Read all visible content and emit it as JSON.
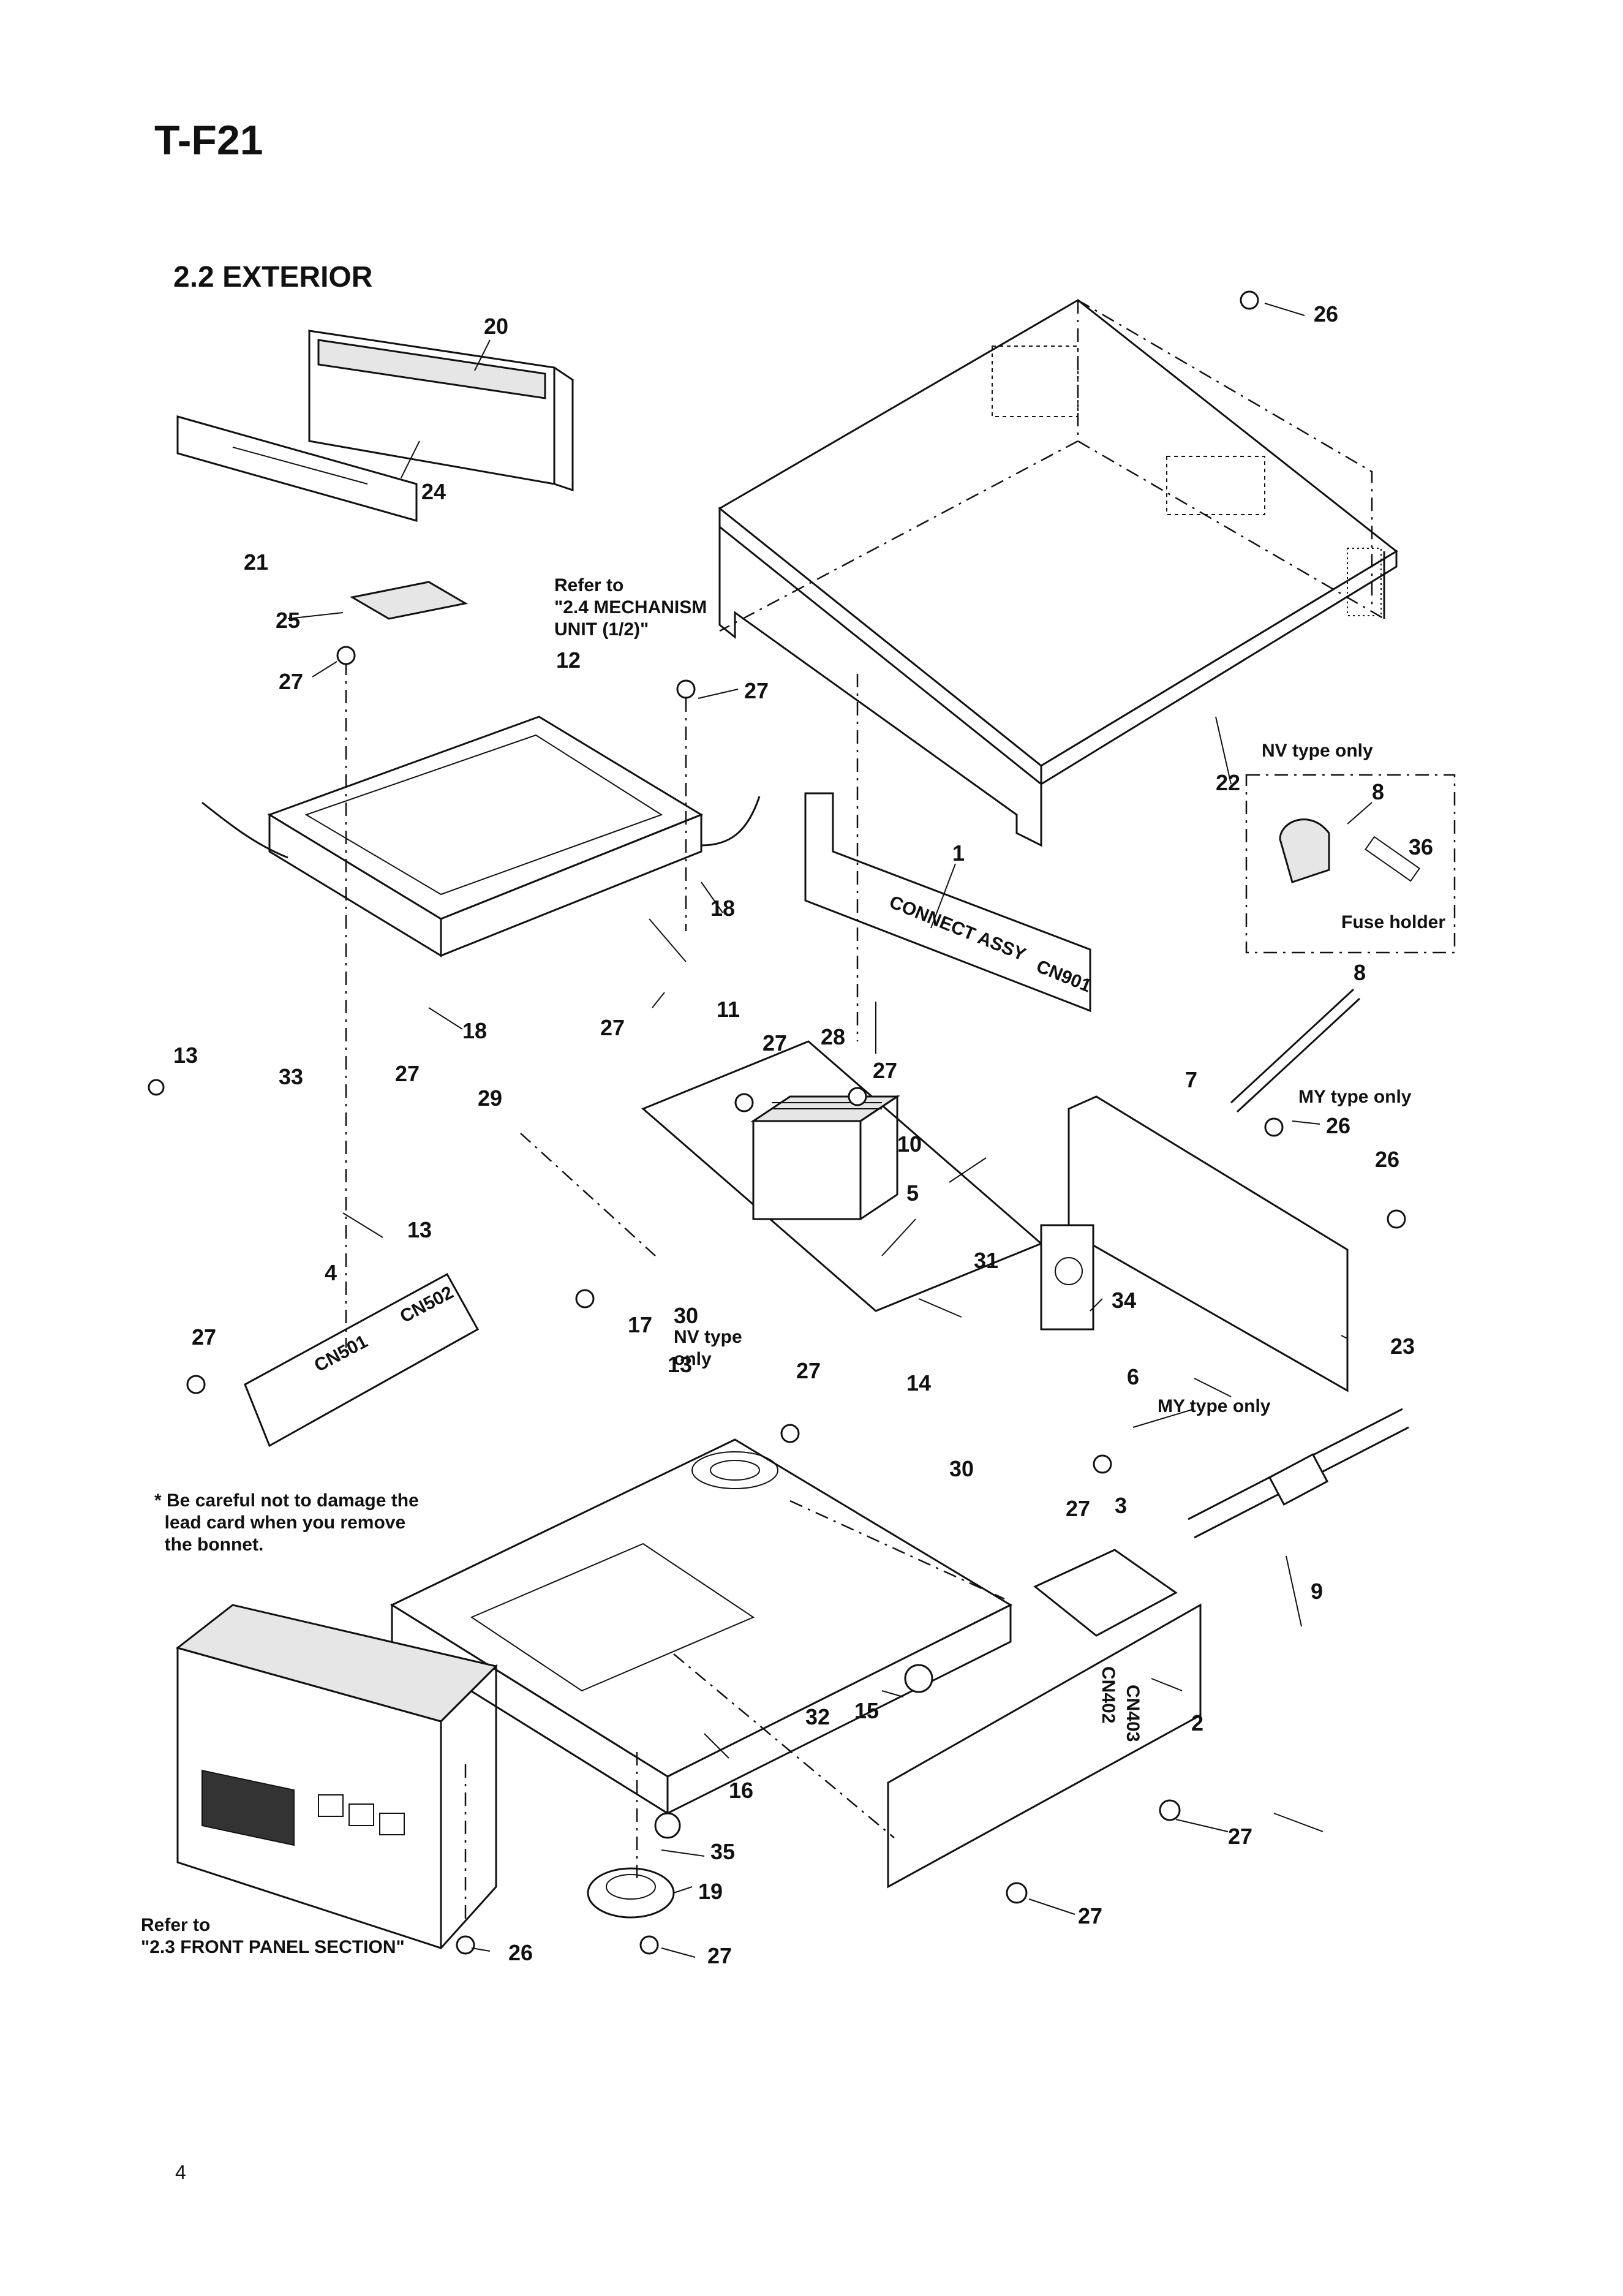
{
  "header": {
    "model": "T-F21",
    "section": "2.2  EXTERIOR",
    "page_number": "4"
  },
  "notes": {
    "mechanism_ref": "Refer to\n\"2.4 MECHANISM\nUNIT (1/2)\"",
    "front_panel_ref": "Refer to\n\"2.3 FRONT PANEL SECTION\"",
    "lead_card_caution": "* Be careful not to damage the\n  lead card when you remove\n  the bonnet.",
    "nv_type_box": "NV type only",
    "fuse_holder": "Fuse holder",
    "my_type_1": "MY type only",
    "my_type_2": "MY type only",
    "nv_type_30": "NV type\nonly"
  },
  "board_labels": {
    "connect_assy": "CONNECT ASSY",
    "cn901": "CN901",
    "cn501": "CN501",
    "cn502": "CN502",
    "cn402": "CN402",
    "cn403": "CN403"
  },
  "callouts": [
    "20",
    "21",
    "24",
    "25",
    "12",
    "27",
    "27",
    "26",
    "22",
    "1",
    "8",
    "36",
    "8",
    "18",
    "18",
    "27",
    "27",
    "11",
    "27",
    "28",
    "27",
    "10",
    "5",
    "13",
    "33",
    "29",
    "13",
    "4",
    "27",
    "17",
    "30",
    "13",
    "27",
    "14",
    "30",
    "31",
    "7",
    "26",
    "26",
    "34",
    "23",
    "6",
    "27",
    "3",
    "9",
    "32",
    "15",
    "2",
    "16",
    "35",
    "19",
    "27",
    "27",
    "27",
    "26"
  ]
}
